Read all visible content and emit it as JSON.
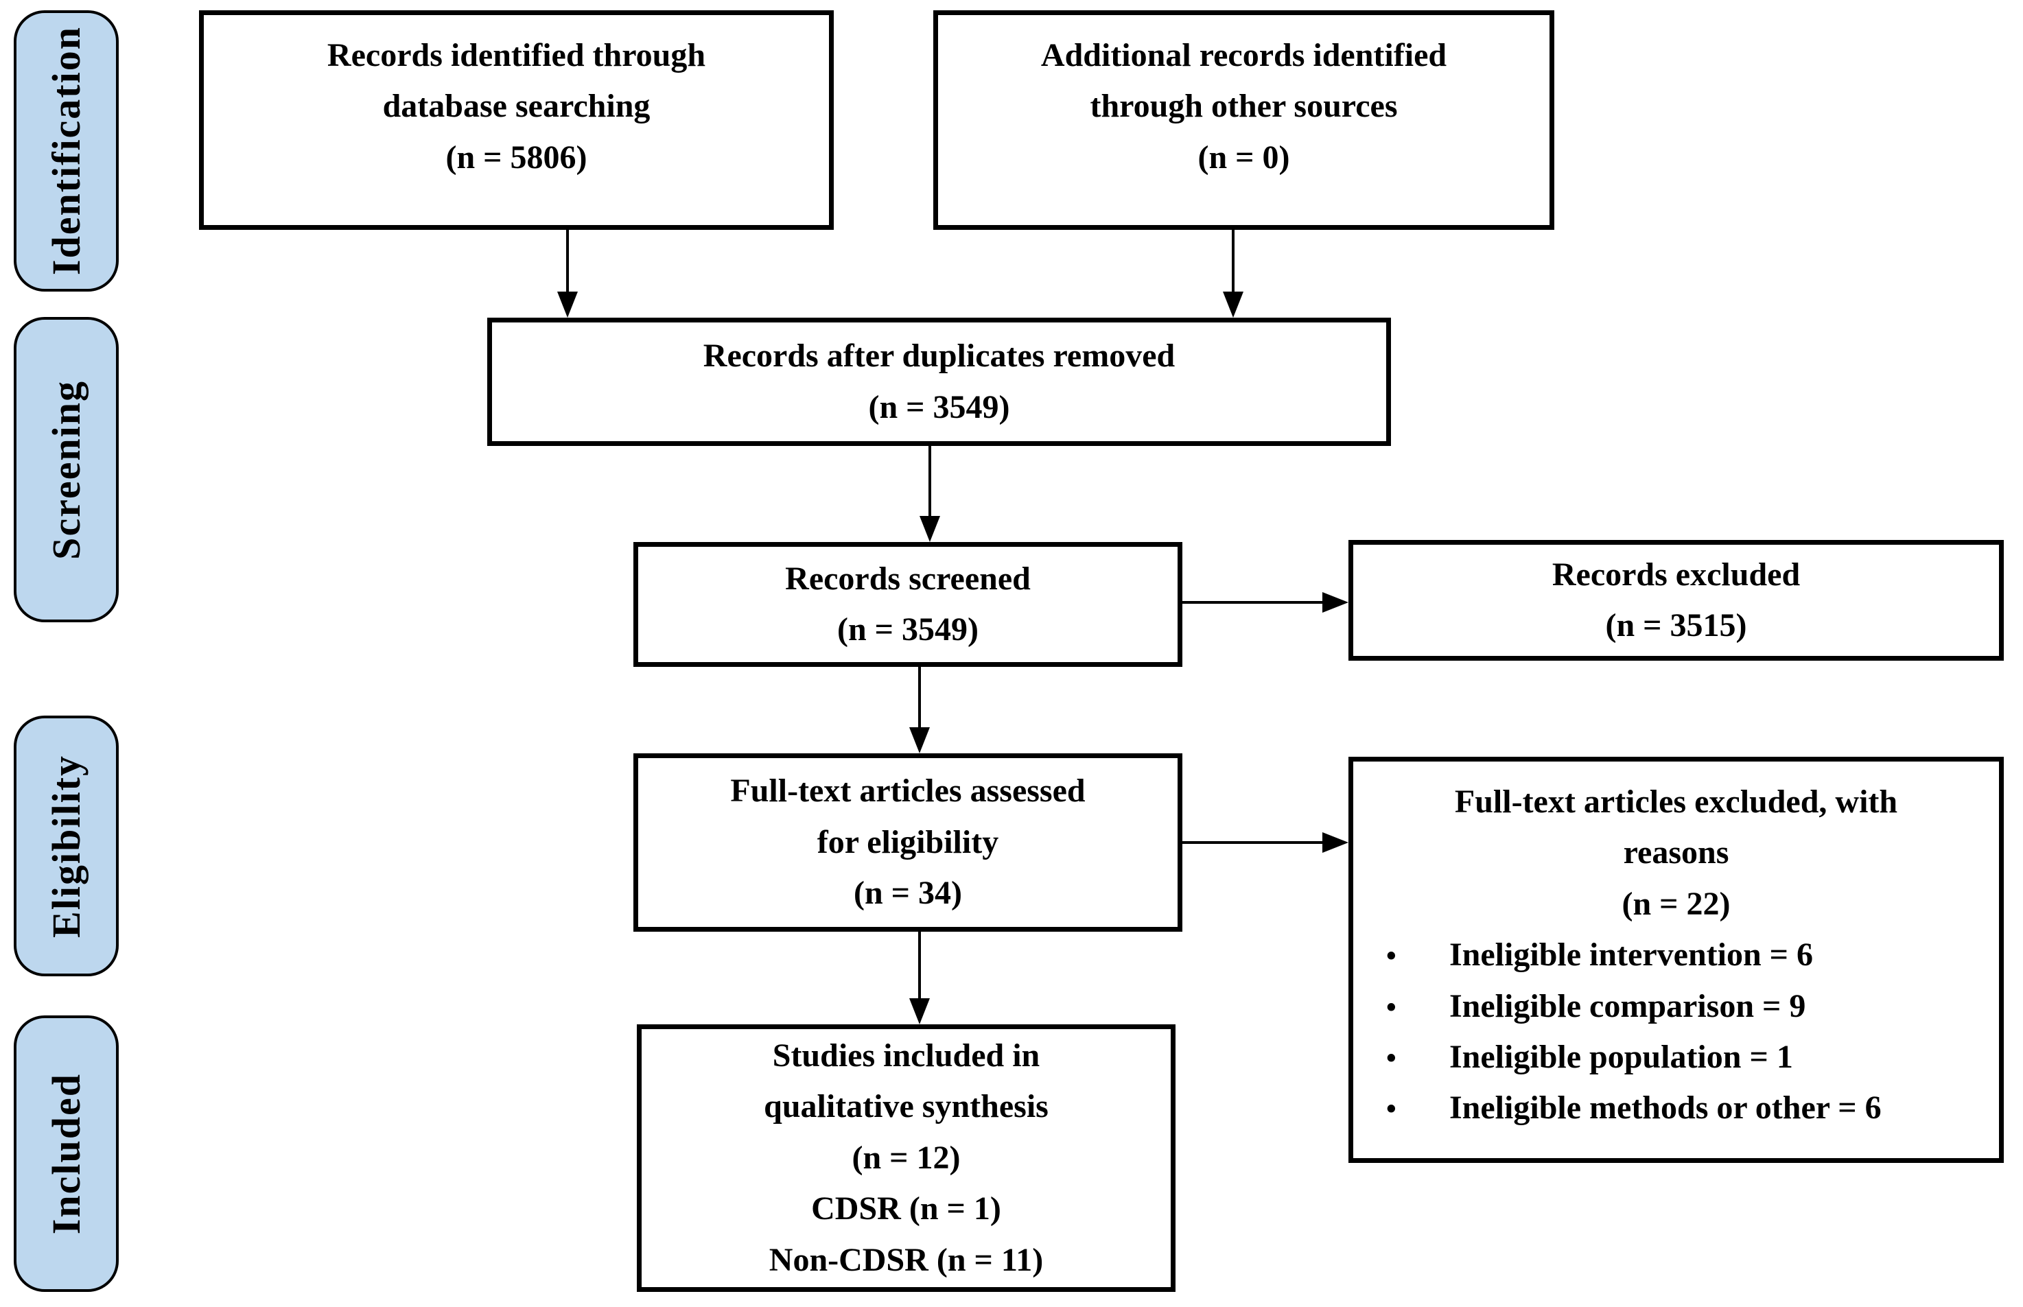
{
  "stages": [
    {
      "label": "Identification"
    },
    {
      "label": "Screening"
    },
    {
      "label": "Eligibility"
    },
    {
      "label": "Included"
    }
  ],
  "boxes": {
    "records_identified": {
      "lines": [
        "Records identified through",
        "database searching",
        "(n = 5806)"
      ]
    },
    "additional_records": {
      "lines": [
        "Additional records identified",
        "through other sources",
        "(n = 0)"
      ]
    },
    "duplicates_removed": {
      "lines": [
        "Records after duplicates removed",
        "(n = 3549)"
      ]
    },
    "records_screened": {
      "lines": [
        "Records screened",
        "(n = 3549)"
      ]
    },
    "records_excluded": {
      "lines": [
        "Records excluded",
        "(n = 3515)"
      ]
    },
    "fulltext_assessed": {
      "lines": [
        "Full-text articles assessed",
        "for eligibility",
        "(n = 34)"
      ]
    },
    "fulltext_excluded": {
      "title_lines": [
        "Full-text articles excluded, with",
        "reasons",
        "(n = 22)"
      ],
      "bullets": [
        "Ineligible intervention = 6",
        "Ineligible comparison = 9",
        "Ineligible population = 1",
        "Ineligible methods or other = 6"
      ]
    },
    "studies_included": {
      "lines": [
        "Studies included in",
        "qualitative synthesis",
        "(n = 12)",
        "CDSR (n = 1)",
        "Non-CDSR (n = 11)"
      ]
    }
  },
  "bullet_glyph": "•",
  "colors": {
    "stage_fill": "#BDD7EE",
    "line_color": "#000000",
    "box_background": "#FFFFFF"
  }
}
